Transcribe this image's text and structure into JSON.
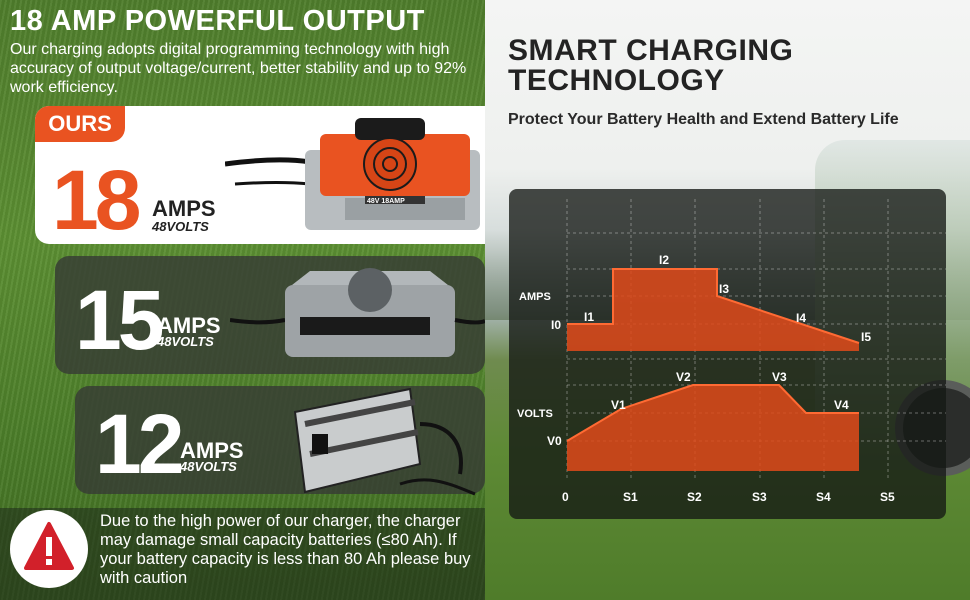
{
  "headline": "18 AMP POWERFUL OUTPUT",
  "description": "Our charging adopts digital programming technology with high accuracy of output voltage/current, better stability and up to 92% work efficiency.",
  "products": [
    {
      "tag": "OURS",
      "amps_value": "18",
      "amps_unit": "AMPS",
      "volts": "48VOLTS",
      "charger_label": "48V 18AMP"
    },
    {
      "amps_value": "15",
      "amps_unit": "AMPS",
      "volts": "48VOLTS"
    },
    {
      "amps_value": "12",
      "amps_unit": "AMPS",
      "volts": "48VOLTS"
    }
  ],
  "warning": "Due to the high power of our charger, the charger may damage small capacity batteries (≤80 Ah). If your battery capacity is less than 80 Ah please buy with caution",
  "right_title_line1": "SMART CHARGING",
  "right_title_line2": "TECHNOLOGY",
  "right_subtitle": "Protect Your Battery Health and Extend Battery Life",
  "colors": {
    "accent": "#e95321",
    "dark_panel": "#1c201c",
    "grass": "#5c8f32"
  },
  "chart_data": {
    "type": "step-area",
    "x_ticks": [
      "0",
      "S1",
      "S2",
      "S3",
      "S4",
      "S5"
    ],
    "amps": {
      "axis_label": "AMPS",
      "points": [
        "I0",
        "I1",
        "I2",
        "I3",
        "I4",
        "I5"
      ],
      "labels": {
        "I0": "I0",
        "I1": "I1",
        "I2": "I2",
        "I3": "I3",
        "I4": "I4",
        "I5": "I5"
      }
    },
    "volts": {
      "axis_label": "VOLTS",
      "points": [
        "V0",
        "V1",
        "V2",
        "V3",
        "V4"
      ],
      "labels": {
        "V0": "V0",
        "V1": "V1",
        "V2": "V2",
        "V3": "V3",
        "V4": "V4"
      }
    },
    "grid": true
  }
}
